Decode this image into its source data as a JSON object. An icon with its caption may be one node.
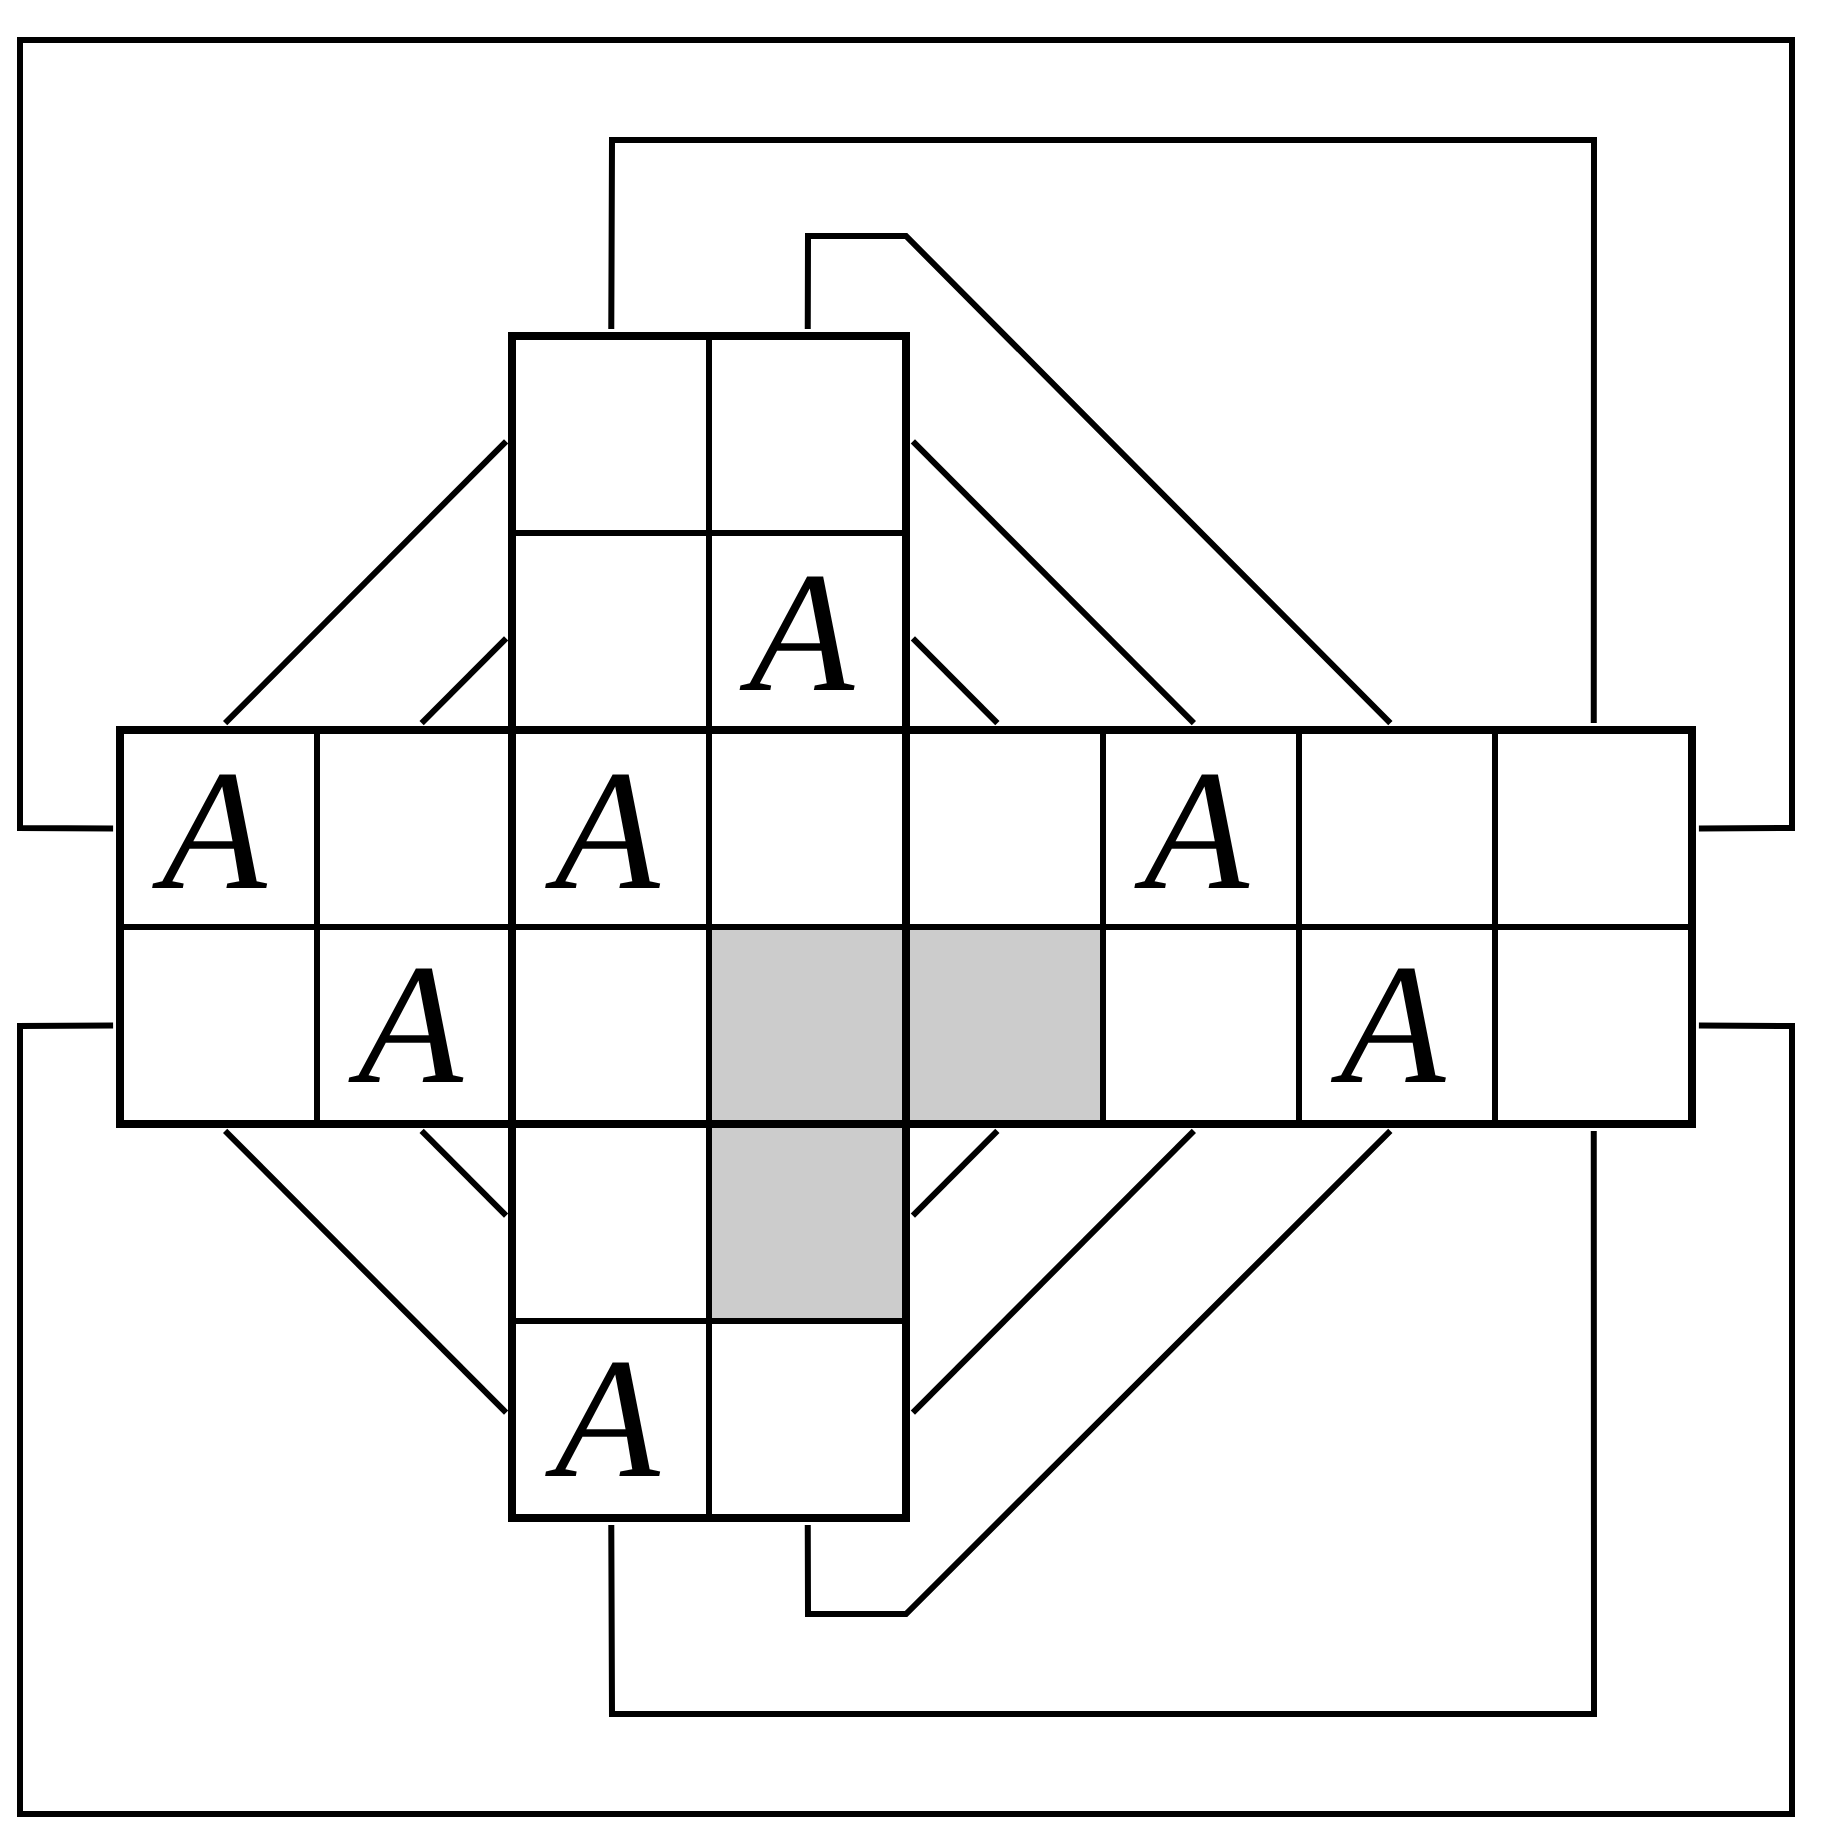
{
  "diagram": {
    "nodes": [
      {
        "text": [],
        "shape": "box"
      },
      {
        "text": [],
        "shape": "box"
      },
      {
        "text": [],
        "shape": "box"
      },
      {
        "text": [
          "A"
        ]
      },
      {
        "text": [
          "A"
        ]
      },
      {
        "text": [],
        "shape": "box"
      },
      {
        "text": [
          "A"
        ]
      },
      {
        "text": [],
        "shape": "box"
      },
      {
        "text": [],
        "shape": "box"
      },
      {
        "text": [
          "A"
        ]
      },
      {
        "text": [],
        "shape": "box"
      },
      {
        "text": [],
        "shape": "box"
      },
      {
        "text": [],
        "shape": "box"
      },
      {
        "text": [
          "A"
        ]
      },
      {
        "text": [],
        "shape": "box"
      },
      {
        "text": [],
        "shape": "box"
      },
      {
        "text": [],
        "shape": "box"
      },
      {
        "text": [],
        "shape": "box"
      },
      {
        "text": [
          "A"
        ]
      },
      {
        "text": [],
        "shape": "box"
      },
      {
        "text": [],
        "shape": "box"
      },
      {
        "text": [],
        "shape": "box"
      },
      {
        "text": [
          "A"
        ]
      },
      {
        "text": [],
        "shape": "box"
      }
    ],
    "edges": [
      {
        "from": 4,
        "to": 11,
        "arrow": "none"
      },
      {
        "from": 0,
        "to": 11,
        "arrow": "none"
      },
      {
        "from": 1,
        "to": 10,
        "arrow": "none"
      },
      {
        "from": 4,
        "to": 0,
        "arrow": "none"
      },
      {
        "from": 5,
        "to": 2,
        "arrow": "none"
      },
      {
        "from": 1,
        "to": 9,
        "arrow": "none"
      },
      {
        "from": 3,
        "to": 8,
        "arrow": "none"
      },
      {
        "from": 12,
        "to": 19,
        "arrow": "none"
      },
      {
        "from": 22,
        "to": 19,
        "arrow": "none"
      },
      {
        "from": 23,
        "to": 18,
        "arrow": "none"
      },
      {
        "from": 12,
        "to": 22,
        "arrow": "none"
      },
      {
        "from": 13,
        "to": 20,
        "arrow": "none"
      },
      {
        "from": 21,
        "to": 16,
        "arrow": "none"
      },
      {
        "from": 23,
        "to": 17,
        "arrow": "none"
      }
    ]
  }
}
